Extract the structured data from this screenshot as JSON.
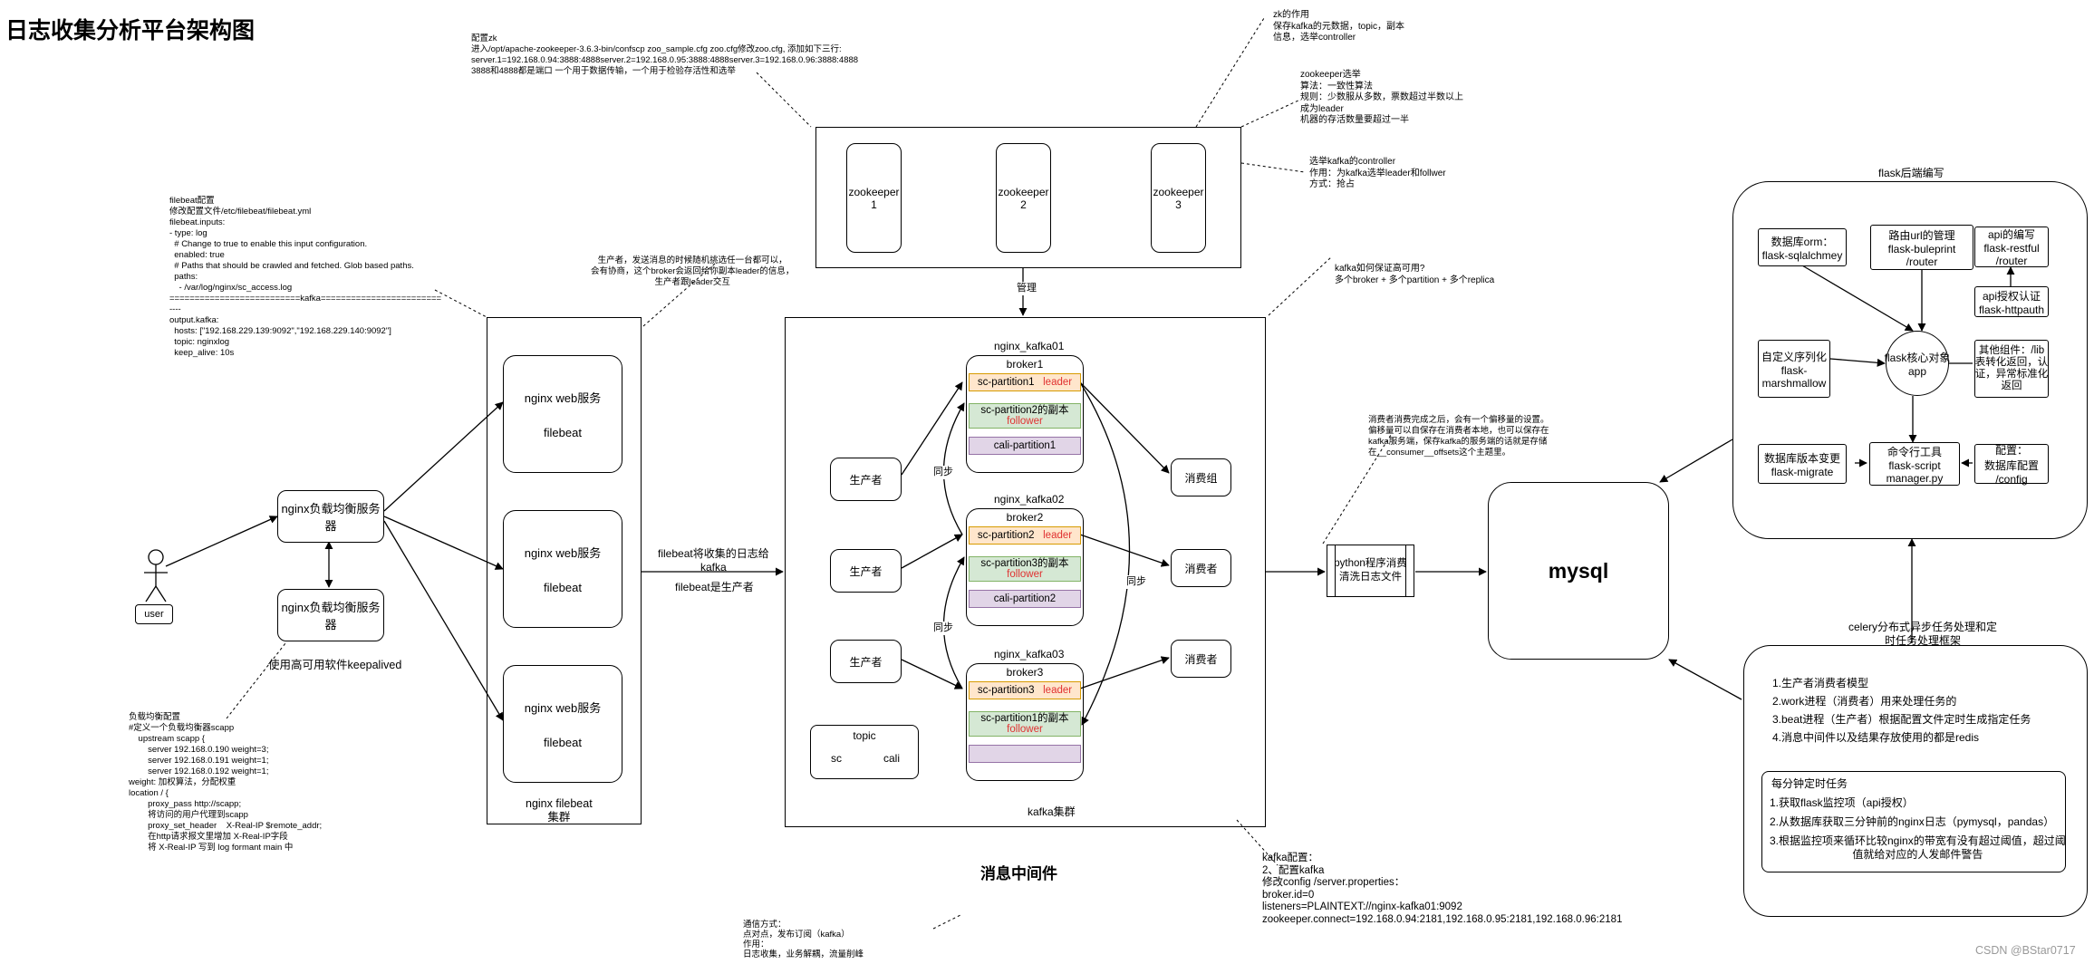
{
  "title": "日志收集分析平台架构图",
  "watermark": "CSDN @BStar0717",
  "user": {
    "label": "user"
  },
  "lb": {
    "main": "nginx负载均衡服务器",
    "backup": "nginx负载均衡服务器",
    "keepalived": "使用高可用软件keepalived",
    "config_note": "负载均衡配置\n#定义一个负载均衡器scapp\n    upstream scapp {\n        server 192.168.0.190 weight=3;\n        server 192.168.0.191 weight=1;\n        server 192.168.0.192 weight=1;\nweight: 加权算法，分配权重\nlocation / {\n        proxy_pass http://scapp;\n        将访问的用户代理到scapp\n        proxy_set_header    X-Real-IP $remote_addr;\n        在http请求报文里增加 X-Real-IP字段\n        将 X-Real-IP 写到 log formant main 中"
  },
  "filebeat_note": "filebeat配置\n修改配置文件/etc/filebeat/filebeat.yml\nfilebeat.inputs:\n- type: log\n  # Change to true to enable this input configuration.\n  enabled: true\n  # Paths that should be crawled and fetched. Glob based paths.\n  paths:\n    - /var/log/nginx/sc_access.log\n==========================kafka========================\n----\noutput.kafka:\n  hosts: [\"192.168.229.139:9092\",\"192.168.229.140:9092\"]\n  topic: nginxlog\n  keep_alive: 10s",
  "nginx_cluster": {
    "servers": [
      {
        "name": "nginx web服务",
        "sub": "filebeat"
      },
      {
        "name": "nginx web服务",
        "sub": "filebeat"
      },
      {
        "name": "nginx web服务",
        "sub": "filebeat"
      }
    ],
    "label": "nginx filebeat\n集群"
  },
  "producer_note": "生产者，发送消息的时候随机挑选任一台都可以，\n会有协商，这个broker会返回给你副本leader的信息，\n生产者跟leader交互",
  "filebeat_edge": {
    "top": "filebeat将收集的日志给\nkafka",
    "bottom": "filebeat是生产者"
  },
  "zk": {
    "config_note": "配置zk\n进入/opt/apache-zookeeper-3.6.3-bin/confscp zoo_sample.cfg zoo.cfg修改zoo.cfg, 添加如下三行:\nserver.1=192.168.0.94:3888:4888server.2=192.168.0.95:3888:4888server.3=192.168.0.96:3888:4888\n3888和4888都是端口 一个用于数据传输，一个用于检验存活性和选举",
    "nodes": [
      "zookeeper\n1",
      "zookeeper\n2",
      "zookeeper\n3"
    ],
    "role_note": "zk的作用\n保存kafka的元数据，topic，副本\n信息，选举controller",
    "election_note": "zookeeper选举\n算法：一致性算法\n规则：少数服从多数，票数超过半数以上\n成为leader\n机器的存活数量要超过一半",
    "controller_note": "选举kafka的controller\n作用：为kafka选举leader和follwer\n方式：抢占",
    "manage": "管理"
  },
  "kafka": {
    "ha_note": "kafka如何保证高可用?\n多个broker + 多个partition + 多个replica",
    "cluster_label": "kafka集群",
    "producers": [
      "生产者",
      "生产者",
      "生产者"
    ],
    "consumers": [
      "消费组",
      "消费者",
      "消费者"
    ],
    "sync": "同步",
    "brokers": [
      {
        "host": "nginx_kafka01",
        "name": "broker1",
        "parts": [
          {
            "text": "sc-partition1",
            "tag": "leader",
            "style": "orange"
          },
          {
            "text": "sc-partition2的副本",
            "tag": "follower",
            "style": "green"
          },
          {
            "text": "cali-partition1",
            "tag": "",
            "style": "purple"
          }
        ]
      },
      {
        "host": "nginx_kafka02",
        "name": "broker2",
        "parts": [
          {
            "text": "sc-partition2",
            "tag": "leader",
            "style": "orange"
          },
          {
            "text": "sc-partition3的副本",
            "tag": "follower",
            "style": "green"
          },
          {
            "text": "cali-partition2",
            "tag": "",
            "style": "purple"
          }
        ]
      },
      {
        "host": "nginx_kafka03",
        "name": "broker3",
        "parts": [
          {
            "text": "sc-partition3",
            "tag": "leader",
            "style": "orange"
          },
          {
            "text": "sc-partition1的副本",
            "tag": "follower",
            "style": "green"
          },
          {
            "text": "",
            "tag": "",
            "style": "purple"
          }
        ]
      }
    ],
    "topic": {
      "title": "topic",
      "items": [
        "sc",
        "cali"
      ]
    },
    "mq_label": "消息中间件",
    "comm_note": "通信方式：\n点对点，发布订阅（kafka）\n作用：\n日志收集，业务解耦，流量削峰",
    "config_note": "kafka配置：\n2、配置kafka\n修改config /server.properties：\nbroker.id=0\nlisteners=PLAINTEXT://nginx-kafka01:9092\nzookeeper.connect=192.168.0.94:2181,192.168.0.95:2181,192.168.0.96:2181"
  },
  "consumer_note": "消费者消费完成之后，会有一个偏移量的设置。\n偏移量可以自保存在消费者本地，也可以保存在\nkafka服务端，保存kafka的服务端的话就是存储\n在__consumer__offsets这个主题里。",
  "python_box": "python程序消费\n清洗日志文件",
  "mysql": "mysql",
  "flask": {
    "title": "flask后端编写",
    "orm": "数据库orm：\nflask-sqlalchmey",
    "router": "路由url的管理\nflask-buleprint\n/router",
    "restful": "api的编写\nflask-restful\n/router",
    "auth": "api授权认证\nflask-httpauth",
    "core": "flask核心对象\napp",
    "serialize": "自定义序列化\nflask-\nmarshmallow",
    "lib": "其他组件：/lib\n表转化返回，认\n证，异常标准化\n返回",
    "migrate": "数据库版本变更\nflask-migrate",
    "script": "命令行工具\nflask-script\nmanager.py",
    "config": "配置：\n数据库配置\n/config"
  },
  "celery": {
    "title": "celery分布式异步任务处理和定\n时任务处理框架",
    "points": [
      "1.生产者消费者模型",
      "2.work进程（消费者）用来处理任务的",
      "3.beat进程（生产者）根据配置文件定时生成指定任务",
      "4.消息中间件以及结果存放使用的都是redis"
    ],
    "task_title": "每分钟定时任务",
    "tasks": [
      "1.获取flask监控项（api授权）",
      "2.从数据库获取三分钟前的nginx日志（pymysql，pandas）",
      "3.根据监控项来循环比较nginx的带宽有没有超过阈值，超过阈\n值就给对应的人发邮件警告"
    ]
  }
}
